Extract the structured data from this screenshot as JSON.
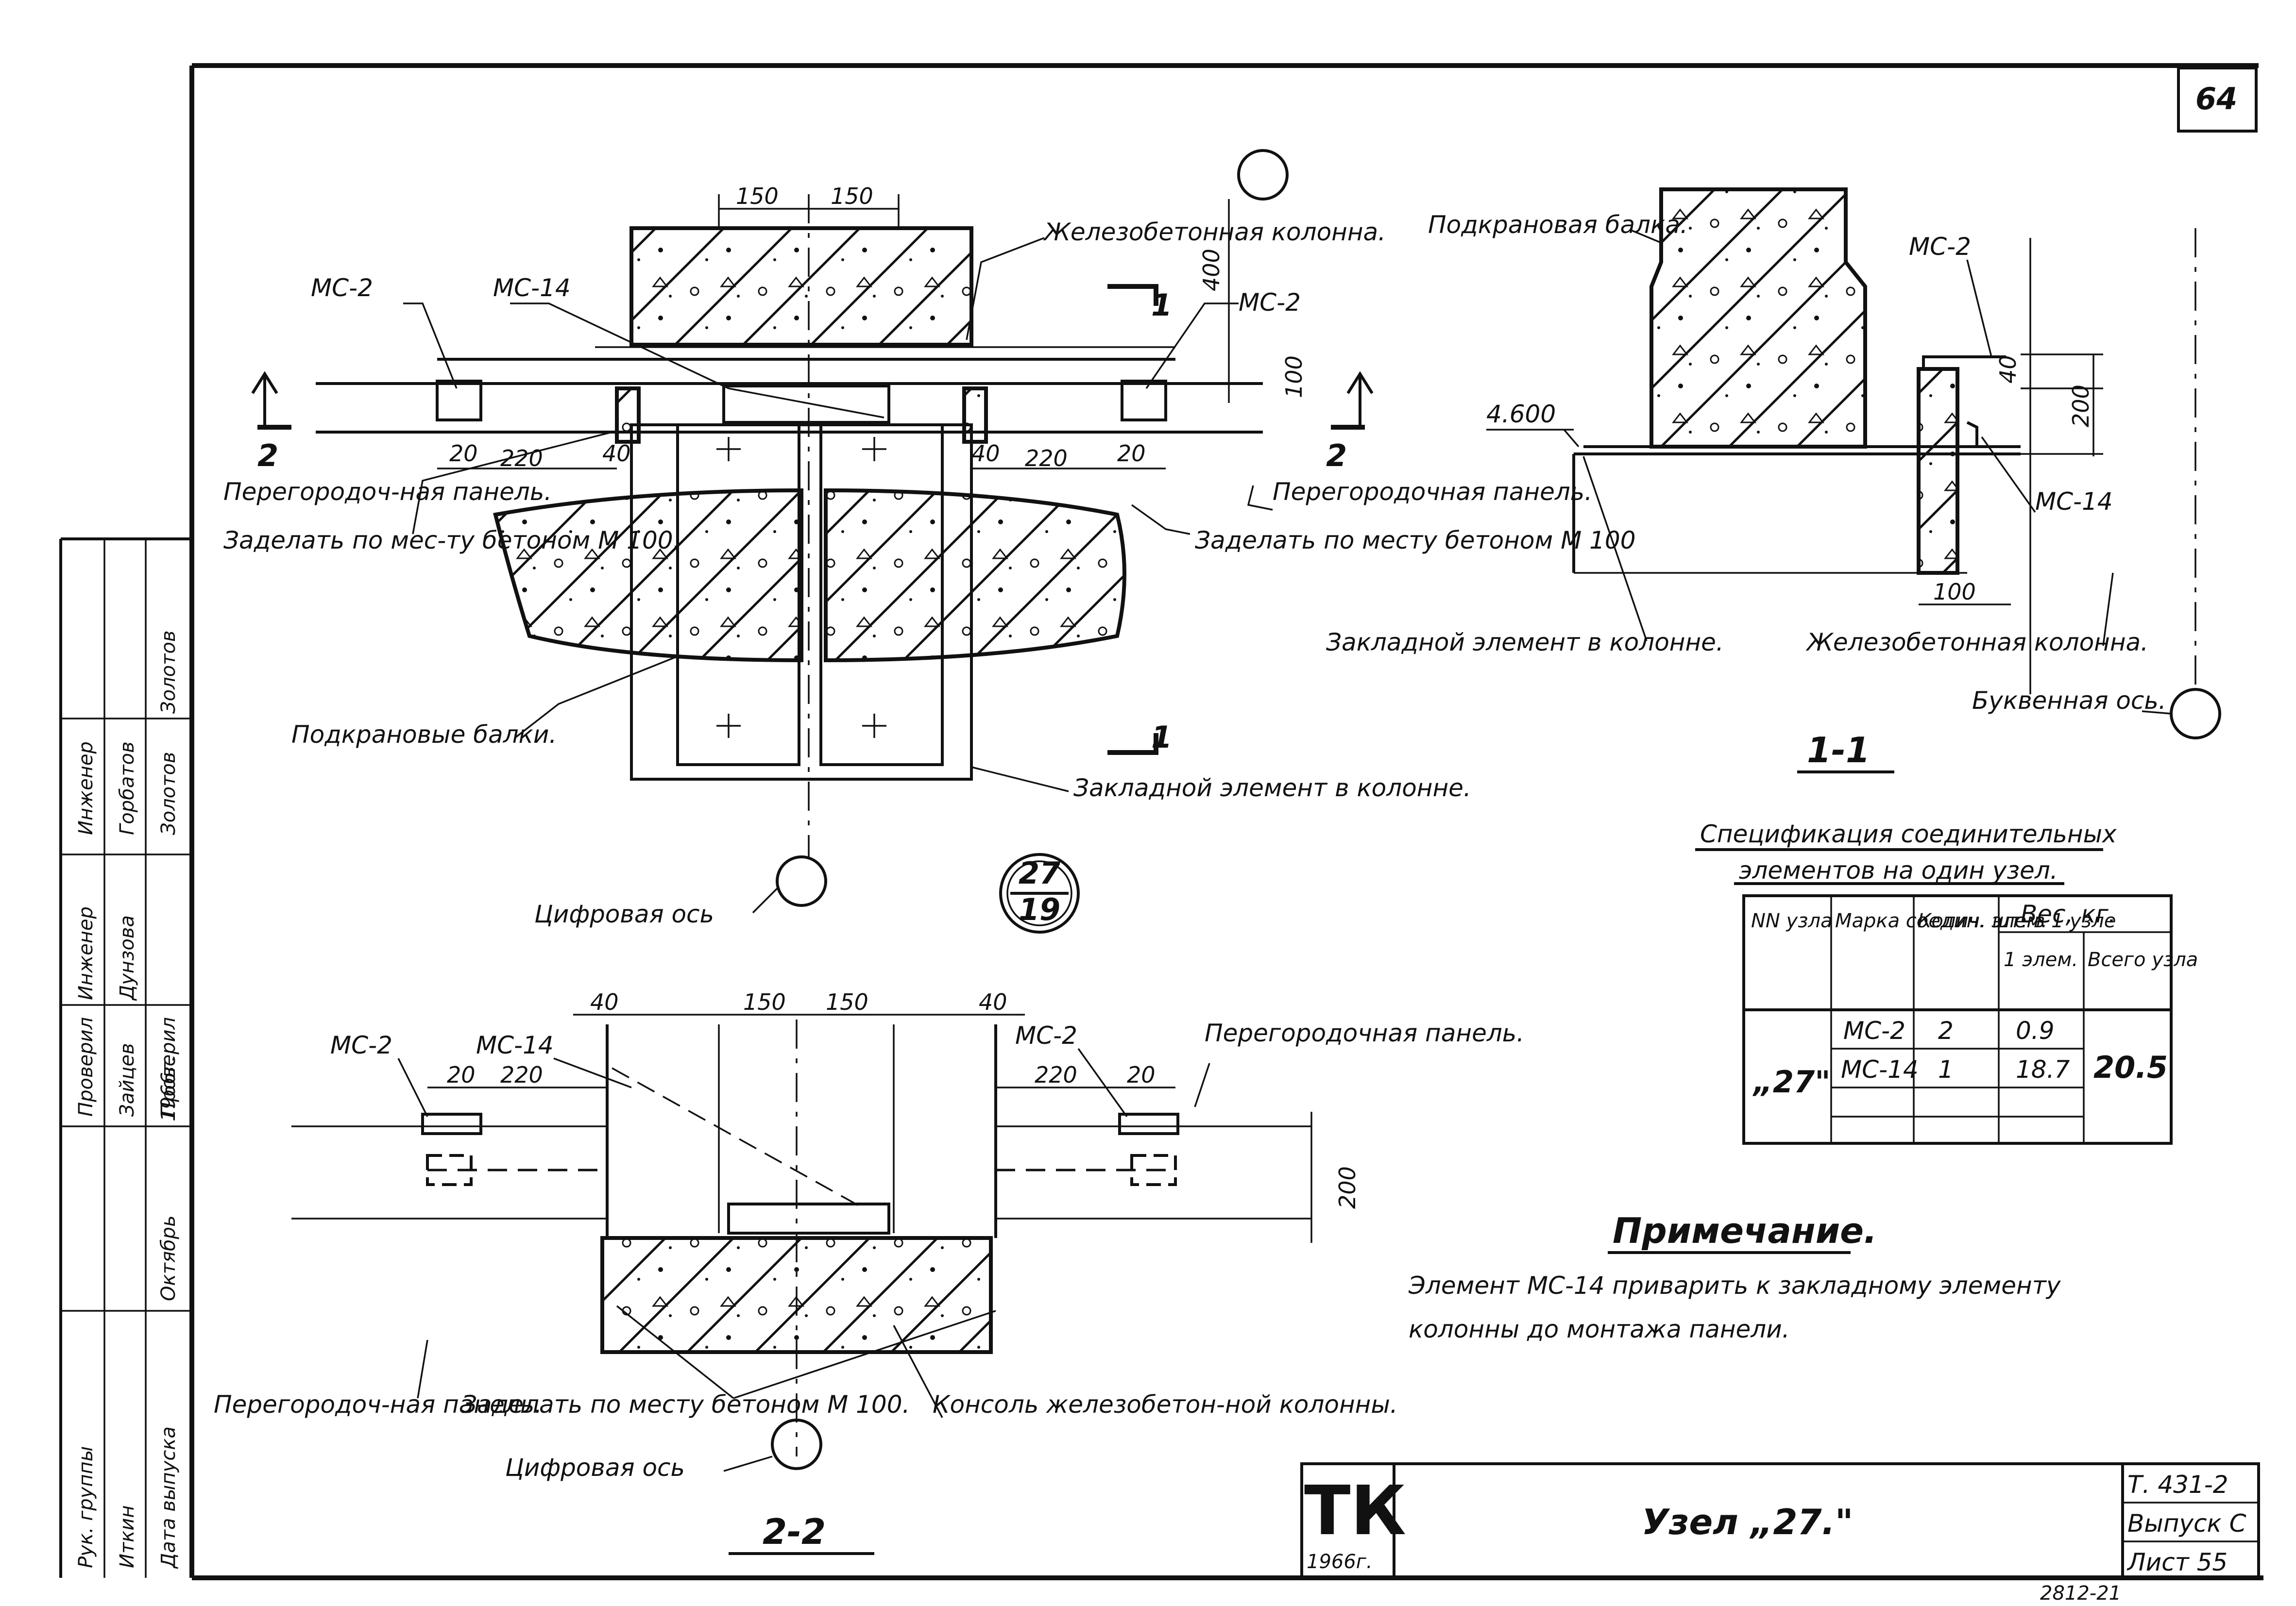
{
  "sheet_number": "64",
  "plan": {
    "labels": {
      "mc2_left": "МС-2",
      "mc14": "МС-14",
      "mc2_right": "МС-2",
      "column": "Железобетонная колонна.",
      "panel_left": "Перегородоч-ная панель.",
      "fill_left": "Заделать по мес-ту бетоном М 100.",
      "panel_right": "Перегородочная панель.",
      "fill_right": "Заделать по месту бетоном М 100",
      "beams": "Подкрановые балки.",
      "embedded": "Закладной элемент в колонне.",
      "axis": "Цифровая ось",
      "cut_label_1": "1",
      "cut_label_2": "2"
    },
    "dims": {
      "d150a": "150",
      "d150b": "150",
      "d400": "400",
      "d100": "100",
      "d20l": "20",
      "d220l": "220",
      "d40l": "40",
      "d40r": "40",
      "d220r": "220",
      "d20r": "20"
    },
    "node_badge": {
      "top": "27",
      "bottom": "19"
    }
  },
  "section11": {
    "title": "1-1",
    "labels": {
      "beam": "Подкрановая балка.",
      "mc2": "МС-2",
      "mc14": "МС-14",
      "elev": "4.600",
      "embedded": "Закладной элемент в колонне.",
      "column": "Железобетонная колонна.",
      "axis": "Буквенная ось."
    },
    "dims": {
      "d40": "40",
      "d200": "200",
      "d100": "100"
    }
  },
  "section22": {
    "title": "2-2",
    "labels": {
      "mc2_left": "МС-2",
      "mc14": "МС-14",
      "mc2_right": "МС-2",
      "panel_right": "Перегородочная панель.",
      "panel_left": "Перегородоч-ная панель.",
      "fill": "Заделать по месту бетоном М 100.",
      "axis": "Цифровая ось",
      "console": "Консоль железобетон-ной колонны."
    },
    "dims": {
      "d40l": "40",
      "d150a": "150",
      "d150b": "150",
      "d40r": "40",
      "d20l": "20",
      "d220l": "220",
      "d220r": "220",
      "d20r": "20",
      "d200": "200"
    }
  },
  "spec": {
    "title1": "Спецификация соединительных",
    "title2": "элементов на один узел.",
    "headers": {
      "nn": "NN узла",
      "mark": "Марка соедин. элем.",
      "count": "Колич. шт. в 1 узле",
      "weight": "Вес, кг.",
      "w1": "1 элем.",
      "wtotal": "Всего узла"
    },
    "node": "„27\"",
    "rows": [
      {
        "mark": "МС-2",
        "count": "2",
        "w1": "0.9"
      },
      {
        "mark": "МС-14",
        "count": "1",
        "w1": "18.7"
      }
    ],
    "total": "20.5"
  },
  "note": {
    "title": "Примечание.",
    "line1": "Элемент МС-14 приварить к закладному элементу",
    "line2": "колонны до монтажа панели."
  },
  "stamp": {
    "logo": "ТК",
    "year": "1966г.",
    "title": "Узел „27.\"",
    "code": "Т. 431-2",
    "issue": "Выпуск С",
    "sheet": "Лист 55"
  },
  "sidebar": {
    "rows": [
      {
        "role": "Инженер",
        "name": "Горбатов",
        "sign": ""
      },
      {
        "role": "Инженер",
        "name": "Дунзова",
        "sign": ""
      },
      {
        "role": "Проверил",
        "name": "Зайцев",
        "sign": ""
      },
      {
        "role": "Проверил",
        "name": "Золотов",
        "sign": "Золотов"
      },
      {
        "role": "Рук. группы",
        "name": "Иткин",
        "sign": ""
      },
      {
        "role": "Дата выпуска",
        "name": "Октябрь",
        "sign": "1966г."
      }
    ]
  },
  "bottom_code": "2812-21"
}
